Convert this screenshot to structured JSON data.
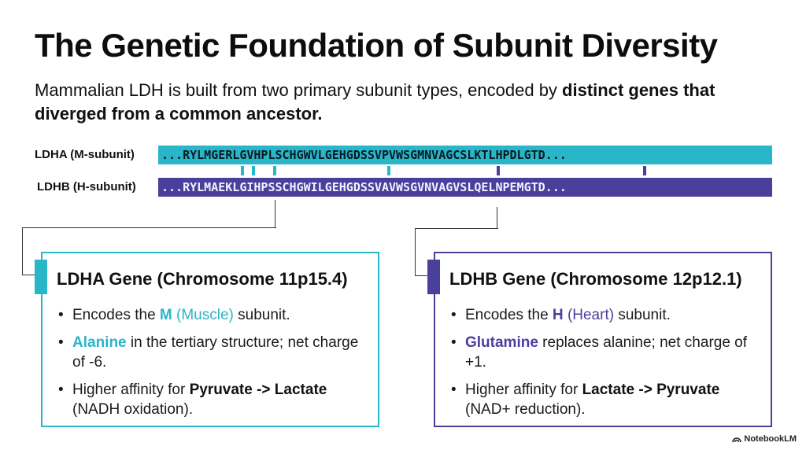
{
  "title": "The Genetic Foundation of Subunit Diversity",
  "subtitle": {
    "text": "Mammalian LDH is built from two primary subunit types, encoded by ",
    "bold": "distinct genes that diverged from a common ancestor."
  },
  "sequences": {
    "ldha": {
      "label": "LDHA (M-subunit)",
      "sequence": "...RYLMGERLGVHPLSCHGWVLGEHGDSSVPVWSGMNVAGCSLKTLHPDLGTD..."
    },
    "ldhb": {
      "label": "LDHB (H-subunit)",
      "sequence": "...RYLMAEKLGIHPSSCHGWILGEHGDSSVAVWSGVNVAGVSLQELNPEMGTD..."
    }
  },
  "colors": {
    "teal": "#29b6c9",
    "purple": "#4b3f9c"
  },
  "ldha_box": {
    "title": "LDHA Gene (Chromosome 11p15.4)",
    "b1_pre": "Encodes the ",
    "b1_letter": "M",
    "b1_word": "(Muscle)",
    "b1_post": " subunit.",
    "b2_highlight": "Alanine",
    "b2_rest": " in the tertiary structure; net charge of -6.",
    "b3_pre": "Higher affinity for ",
    "b3_bold": "Pyruvate -> Lactate",
    "b3_post": " (NADH oxidation)."
  },
  "ldhb_box": {
    "title": "LDHB Gene (Chromosome 12p12.1)",
    "b1_pre": "Encodes the ",
    "b1_letter": "H",
    "b1_word": "(Heart)",
    "b1_post": " subunit.",
    "b2_highlight": "Glutamine",
    "b2_rest": " replaces alanine; net charge of +1.",
    "b3_pre": "Higher affinity for ",
    "b3_bold": "Lactate -> Pyruvate",
    "b3_post": " (NAD+ reduction)."
  },
  "brand": "NotebookLM"
}
